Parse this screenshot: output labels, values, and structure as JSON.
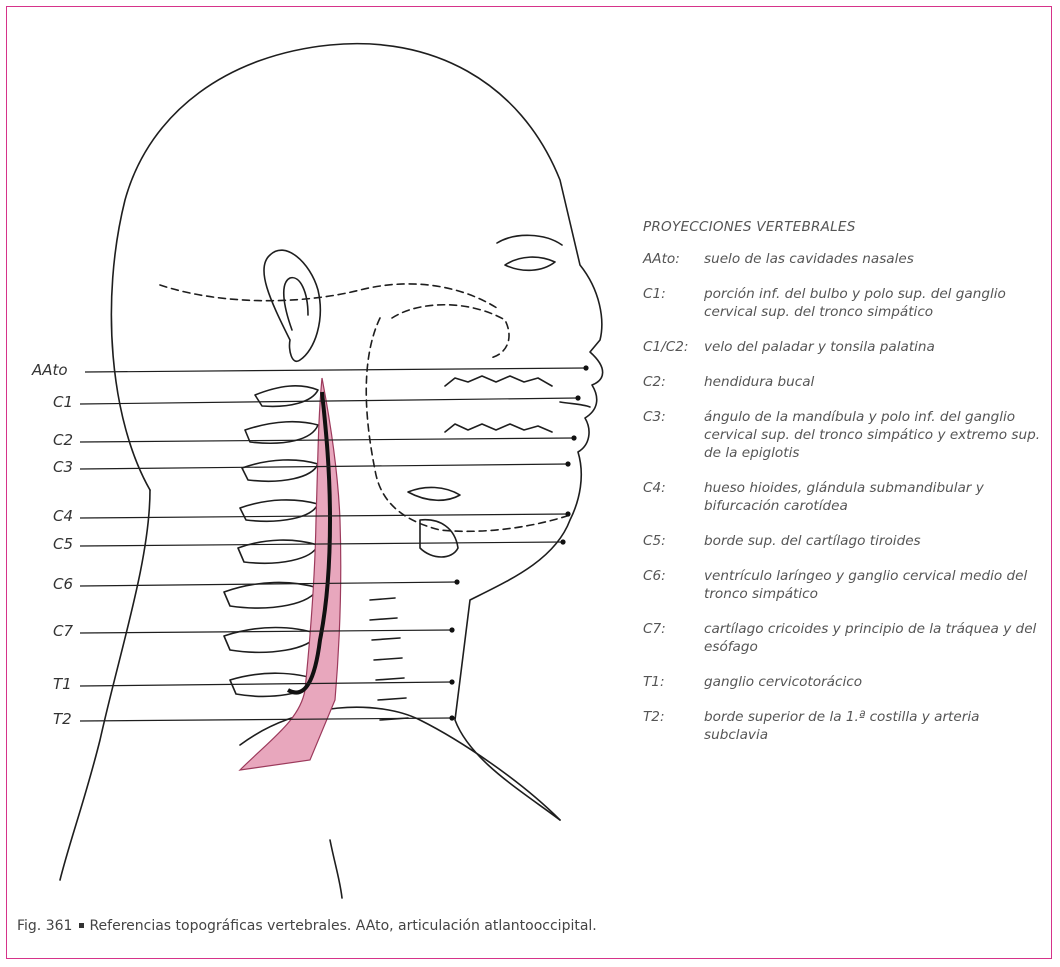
{
  "figure": {
    "level_labels": [
      "AAto",
      "C1",
      "C2",
      "C3",
      "C4",
      "C5",
      "C6",
      "C7",
      "T1",
      "T2"
    ],
    "colors": {
      "frame": "#d6338a",
      "sympathetic_trunk": "#e8a7bd",
      "ink": "#1e1e1e"
    }
  },
  "legend": {
    "title": "PROYECCIONES VERTEBRALES",
    "items": [
      {
        "key": "AAto:",
        "text": "suelo de las cavidades nasales"
      },
      {
        "key": "C1:",
        "text": "porción inf. del bulbo y polo sup. del ganglio cervical sup. del tronco simpático"
      },
      {
        "key": "C1/C2:",
        "text": "velo del paladar y tonsila palatina"
      },
      {
        "key": "C2:",
        "text": "hendidura bucal"
      },
      {
        "key": "C3:",
        "text": "ángulo de la mandíbula y polo inf. del ganglio cervical sup. del tronco simpático y extremo sup. de la epiglotis"
      },
      {
        "key": "C4:",
        "text": "hueso hioides, glándula submandibular y bifurcación carotídea"
      },
      {
        "key": "C5:",
        "text": "borde sup. del cartílago tiroides"
      },
      {
        "key": "C6:",
        "text": "ventrículo laríngeo y ganglio cervical medio del tronco simpático"
      },
      {
        "key": "C7:",
        "text": "cartílago cricoides y principio de la tráquea y del esófago"
      },
      {
        "key": "T1:",
        "text": "ganglio cervicotorácico"
      },
      {
        "key": "T2:",
        "text": "borde superior de la 1.ª costilla y arteria subclavia"
      }
    ]
  },
  "caption": {
    "fig_number": "Fig. 361",
    "text": "Referencias topográficas vertebrales. AAto, articulación atlantooccipital."
  }
}
